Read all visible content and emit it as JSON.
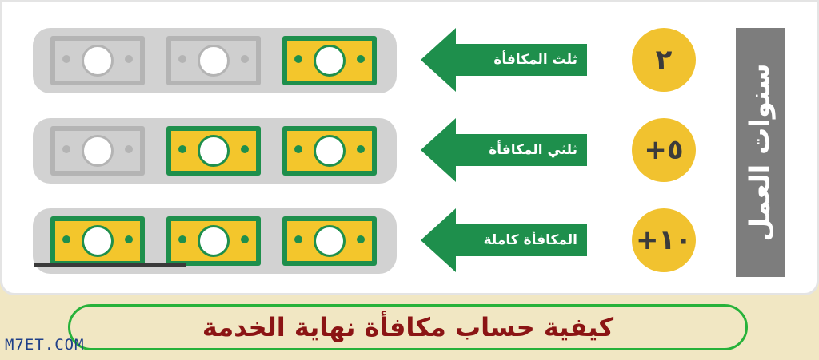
{
  "years_label": "سنوات العمل",
  "rows": [
    {
      "years": "٢",
      "reward_label": "ثلث المكافأة",
      "bills_green": 1,
      "bills_total": 3
    },
    {
      "years": "+٥",
      "reward_label": "ثلثي المكافأة",
      "bills_green": 2,
      "bills_total": 3
    },
    {
      "years": "+١٠",
      "reward_label": "المكافأة كاملة",
      "bills_green": 3,
      "bills_total": 3
    }
  ],
  "title": "كيفية حساب مكافأة نهاية الخدمة",
  "brand": "M7ET.COM",
  "colors": {
    "green": "#1e8f4c",
    "yellow": "#f1c22f",
    "gray": "#7d7d7d",
    "title_red": "#8b1414"
  }
}
